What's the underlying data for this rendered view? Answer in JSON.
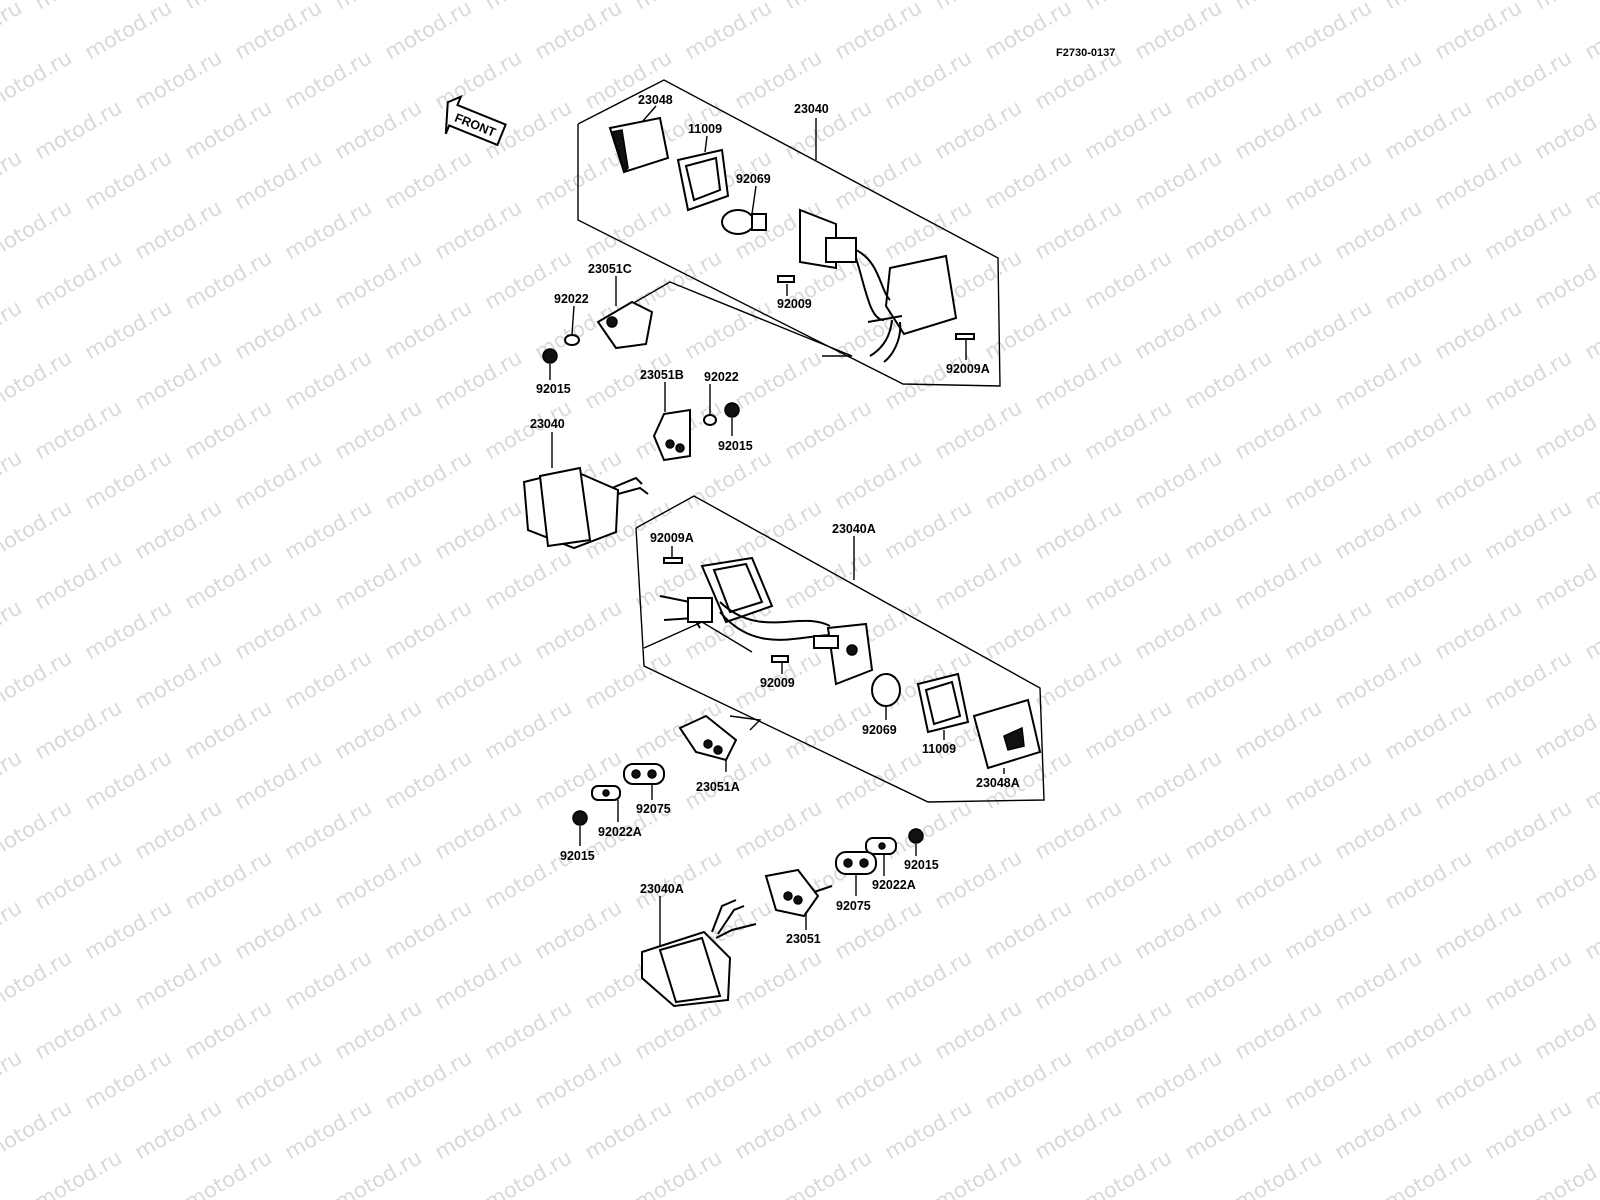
{
  "watermark": "motod.ru",
  "figure_code": "F2730-0137",
  "front_arrow": {
    "text": "FRONT",
    "icon": "front-arrow-icon"
  },
  "callouts": [
    {
      "id": "c1",
      "label": "23048"
    },
    {
      "id": "c2",
      "label": "11009"
    },
    {
      "id": "c3",
      "label": "23040"
    },
    {
      "id": "c4",
      "label": "92069"
    },
    {
      "id": "c5",
      "label": "23051C"
    },
    {
      "id": "c6",
      "label": "92022"
    },
    {
      "id": "c7",
      "label": "92009"
    },
    {
      "id": "c8",
      "label": "92015"
    },
    {
      "id": "c9",
      "label": "92009A"
    },
    {
      "id": "c10",
      "label": "23051B"
    },
    {
      "id": "c11",
      "label": "92022"
    },
    {
      "id": "c12",
      "label": "92015"
    },
    {
      "id": "c13",
      "label": "23040"
    },
    {
      "id": "c14",
      "label": "23040A"
    },
    {
      "id": "c15",
      "label": "92009A"
    },
    {
      "id": "c16",
      "label": "92009"
    },
    {
      "id": "c17",
      "label": "92069"
    },
    {
      "id": "c18",
      "label": "11009"
    },
    {
      "id": "c19",
      "label": "23048A"
    },
    {
      "id": "c20",
      "label": "23051A"
    },
    {
      "id": "c21",
      "label": "92075"
    },
    {
      "id": "c22",
      "label": "92022A"
    },
    {
      "id": "c23",
      "label": "92015"
    },
    {
      "id": "c24",
      "label": "92015"
    },
    {
      "id": "c25",
      "label": "92022A"
    },
    {
      "id": "c26",
      "label": "92075"
    },
    {
      "id": "c27",
      "label": "23040A"
    },
    {
      "id": "c28",
      "label": "23051"
    }
  ]
}
